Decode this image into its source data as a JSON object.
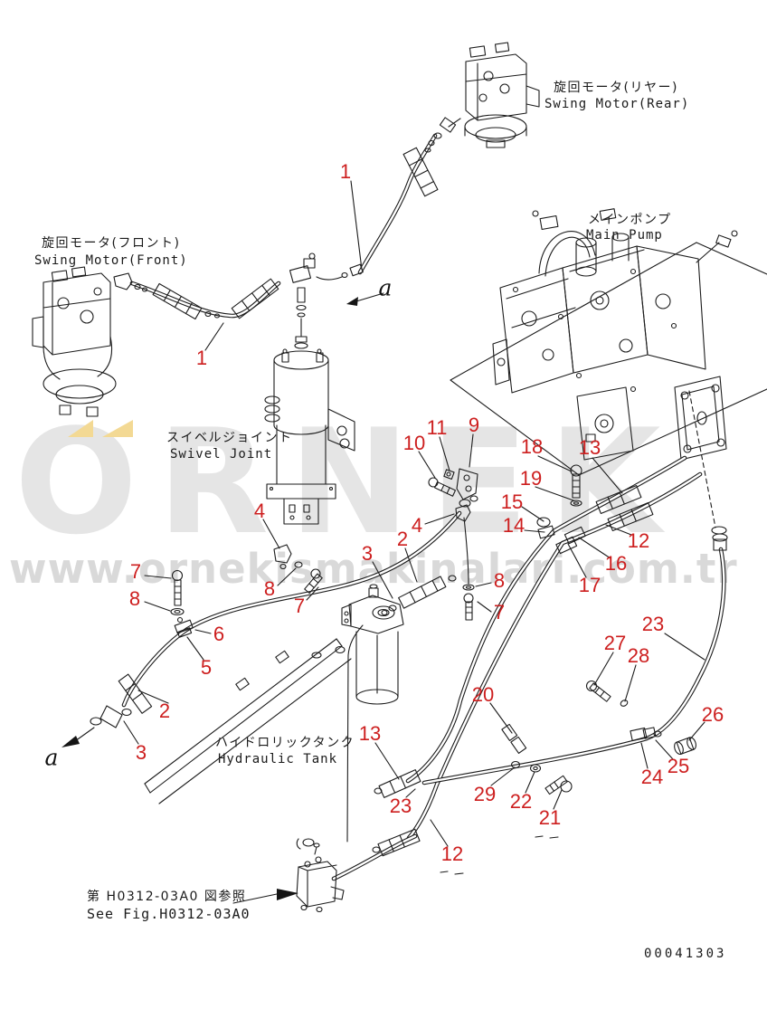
{
  "meta": {
    "doc_number": "00041303"
  },
  "watermark": {
    "brand_text": "ORNEK",
    "url": "www.ornekismakinalari.com.tr",
    "brand_color": "#e5e5e5",
    "url_color": "#d9d9d9",
    "accent_yellow": "#f3d994"
  },
  "components": {
    "swing_motor_rear": {
      "jp": "旋回モータ(リヤー)",
      "en": "Swing Motor(Rear)"
    },
    "swing_motor_front": {
      "jp": "旋回モータ(フロント)",
      "en": "Swing Motor(Front)"
    },
    "main_pump": {
      "jp": "メインポンプ",
      "en": "Main Pump"
    },
    "swivel_joint": {
      "jp": "スイベルジョイント",
      "en": "Swivel Joint"
    },
    "hydraulic_tank": {
      "jp": "ハイドロリックタンク",
      "en": "Hydraulic Tank"
    },
    "see_fig": {
      "jp": "第 H0312-03A0 図参照",
      "en": "See Fig.H0312-03A0"
    }
  },
  "view_labels": [
    "a",
    "a"
  ],
  "callout_color": "#cd1f1f",
  "callouts": [
    "1",
    "1",
    "9",
    "10",
    "11",
    "18",
    "13",
    "19",
    "15",
    "14",
    "12",
    "16",
    "17",
    "4",
    "4",
    "2",
    "3",
    "8",
    "7",
    "7",
    "8",
    "8",
    "7",
    "6",
    "5",
    "2",
    "3",
    "23",
    "27",
    "28",
    "26",
    "25",
    "24",
    "20",
    "13",
    "23",
    "29",
    "22",
    "21",
    "12"
  ]
}
